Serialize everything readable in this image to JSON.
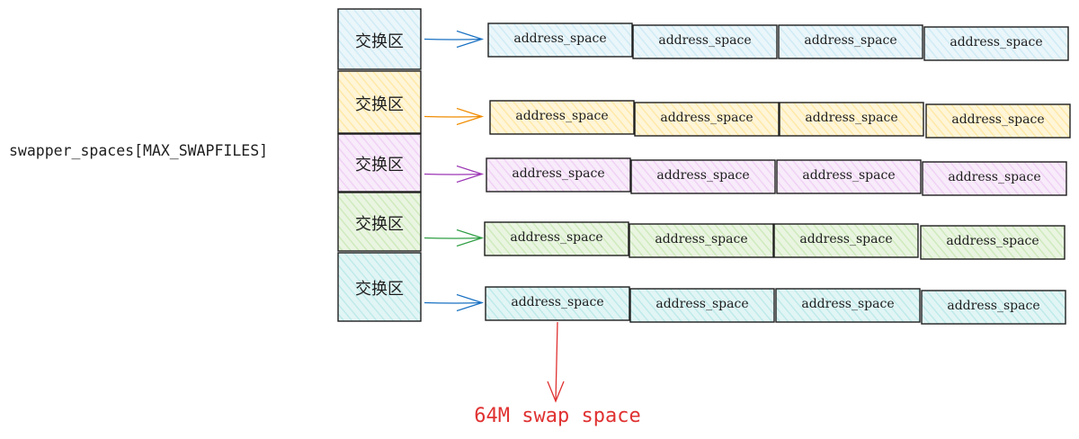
{
  "array_label": "swapper_spaces[MAX_SWAPFILES]",
  "caption": "64M swap space",
  "rows": [
    {
      "swap_label": "交换区",
      "fill": "#d0ebf5",
      "arrow": "#1971c2",
      "spaces": [
        "address_space",
        "address_space",
        "address_space",
        "address_space"
      ]
    },
    {
      "swap_label": "交换区",
      "fill": "#ffe9a8",
      "arrow": "#f08c00",
      "spaces": [
        "address_space",
        "address_space",
        "address_space",
        "address_space"
      ]
    },
    {
      "swap_label": "交换区",
      "fill": "#f0d2f5",
      "arrow": "#9c36b5",
      "spaces": [
        "address_space",
        "address_space",
        "address_space",
        "address_space"
      ]
    },
    {
      "swap_label": "交换区",
      "fill": "#cfeabd",
      "arrow": "#2f9e44",
      "spaces": [
        "address_space",
        "address_space",
        "address_space",
        "address_space"
      ]
    },
    {
      "swap_label": "交换区",
      "fill": "#bfeaea",
      "arrow": "#1971c2",
      "spaces": [
        "address_space",
        "address_space",
        "address_space",
        "address_space"
      ]
    }
  ],
  "colors": {
    "caption_arrow": "#e03131",
    "stroke": "#1e1e1e"
  }
}
